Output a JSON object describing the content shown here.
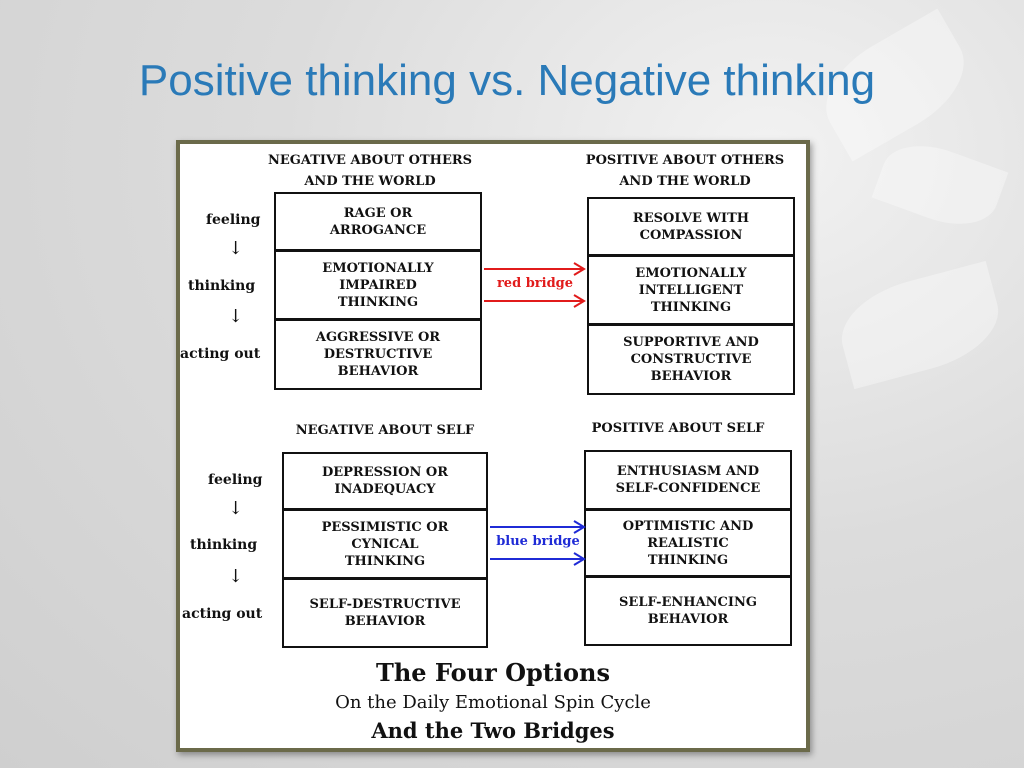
{
  "slide": {
    "title": "Positive thinking vs. Negative thinking"
  },
  "colors": {
    "title": "#2a7ab8",
    "red_bridge": "#e11b1b",
    "blue_bridge": "#1f2bd6"
  },
  "side_labels": {
    "feeling": "feeling",
    "thinking": "thinking",
    "acting": "acting out",
    "arrow": "↓"
  },
  "sections": {
    "neg_others": {
      "header": "NEGATIVE ABOUT OTHERS\nAND THE WORLD",
      "cells": [
        "RAGE OR\nARROGANCE",
        "EMOTIONALLY\nIMPAIRED\nTHINKING",
        "AGGRESSIVE OR\nDESTRUCTIVE\nBEHAVIOR"
      ]
    },
    "pos_others": {
      "header": "POSITIVE ABOUT OTHERS\nAND THE WORLD",
      "cells": [
        "RESOLVE WITH\nCOMPASSION",
        "EMOTIONALLY\nINTELLIGENT\nTHINKING",
        "SUPPORTIVE AND\nCONSTRUCTIVE\nBEHAVIOR"
      ]
    },
    "neg_self": {
      "header": "NEGATIVE ABOUT SELF",
      "cells": [
        "DEPRESSION OR\nINADEQUACY",
        "PESSIMISTIC OR\nCYNICAL\nTHINKING",
        "SELF-DESTRUCTIVE\nBEHAVIOR"
      ]
    },
    "pos_self": {
      "header": "POSITIVE ABOUT SELF",
      "cells": [
        "ENTHUSIASM AND\nSELF-CONFIDENCE",
        "OPTIMISTIC AND\nREALISTIC\nTHINKING",
        "SELF-ENHANCING\nBEHAVIOR"
      ]
    }
  },
  "bridges": {
    "red": "red bridge",
    "blue": "blue bridge"
  },
  "caption": {
    "line1": "The Four Options",
    "line2": "On the Daily Emotional Spin Cycle",
    "line3": "And the Two Bridges"
  }
}
